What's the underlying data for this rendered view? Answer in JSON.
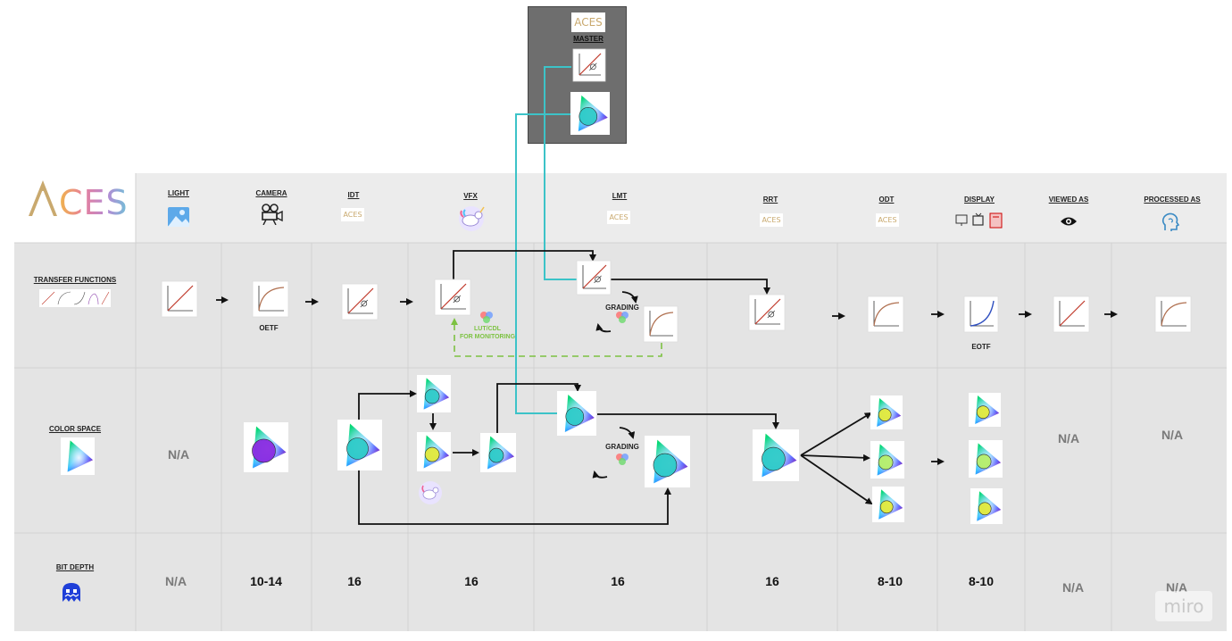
{
  "logo": "ACES",
  "master": {
    "logo": "ACES",
    "label": "MASTER"
  },
  "columns": [
    "LIGHT",
    "CAMERA",
    "IDT",
    "VFX",
    "LMT",
    "RRT",
    "ODT",
    "DISPLAY",
    "VIEWED AS",
    "PROCESSED AS"
  ],
  "row_labels": {
    "transfer": "TRANSFER FUNCTIONS",
    "color": "COLOR SPACE",
    "bit": "BIT DEPTH"
  },
  "transfer_labels": {
    "oetf": "OETF",
    "eotf": "EOTF",
    "grading": "GRADING",
    "lut_line1": "LUT/CDL",
    "lut_line2": "FOR MONITORING"
  },
  "color_labels": {
    "grading": "GRADING",
    "na_light": "N/A",
    "na_viewed": "N/A",
    "na_processed": "N/A"
  },
  "bit_depth": {
    "light": "N/A",
    "camera": "10-14",
    "idt": "16",
    "vfx": "16",
    "lmt": "16",
    "rrt": "16",
    "odt": "8-10",
    "display": "8-10",
    "viewed": "N/A",
    "processed": "N/A"
  },
  "watermark": "miro",
  "colors": {
    "panel": "#e4e4e4",
    "header": "#ececec",
    "master_bg": "#6e6e6e",
    "teal": "#3cc3c8",
    "green": "#7dc242",
    "ghost": "#1f3fd8",
    "gold": "#c9a96e",
    "blue": "#6fa8dc"
  }
}
